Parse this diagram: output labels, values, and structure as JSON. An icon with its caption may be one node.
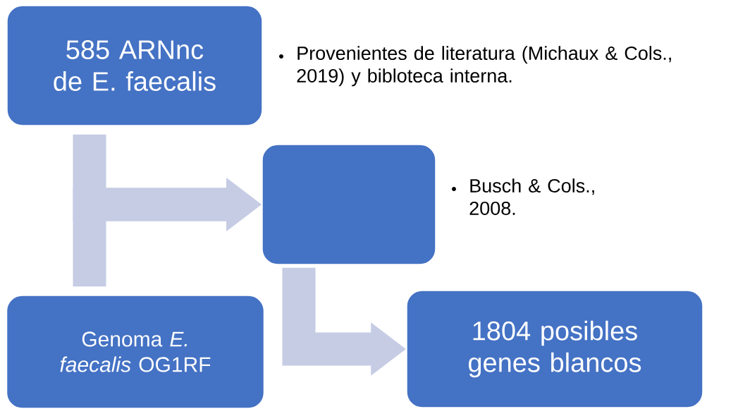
{
  "diagram": {
    "nodes": [
      {
        "text": [
          "585 ARNnc de E. faecalis"
        ],
        "beside": [
          "Provenientes de literatura (Michaux & Cols., 2019)  y bibloteca interna."
        ]
      },
      {
        "text": [],
        "shape": "box",
        "beside": [
          "Busch & Cols., 2008."
        ]
      },
      {
        "text": [
          "Genoma *E. faecalis* OG1RF"
        ]
      },
      {
        "text": [
          "1804 posibles genes blancos"
        ]
      }
    ],
    "edges": [
      {
        "from": 0,
        "to": 1,
        "arrow": "to"
      },
      {
        "from": 2,
        "to": 1,
        "arrow": "to"
      },
      {
        "from": 1,
        "to": 3,
        "arrow": "to"
      }
    ]
  }
}
